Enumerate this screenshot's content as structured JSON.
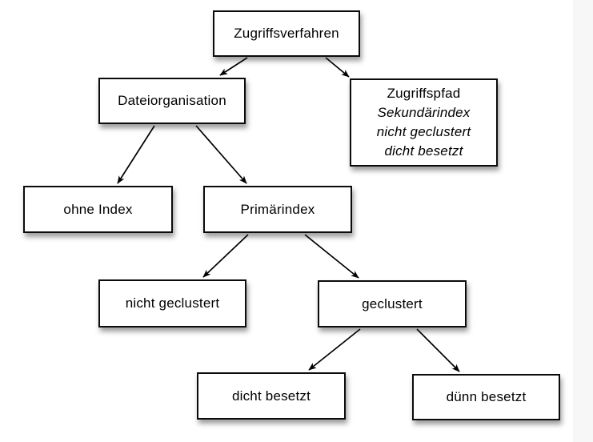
{
  "colors": {
    "background": "#ffffff",
    "right_strip": "#f7f7f8",
    "box_fill": "#ffffff",
    "box_border": "#0b0b0b",
    "text": "#000000",
    "arrow": "#000000"
  },
  "diagram": {
    "type": "tree",
    "nodes": [
      {
        "id": "zugriffsverfahren",
        "label": "Zugriffsverfahren"
      },
      {
        "id": "dateiorganisation",
        "label": "Dateiorganisation"
      },
      {
        "id": "zugriffspfad",
        "lines": [
          "Zugriffspfad",
          "Sekundärindex",
          "nicht geclustert",
          "dicht besetzt"
        ],
        "italic_lines": [
          1,
          2,
          3
        ]
      },
      {
        "id": "ohne-index",
        "label": "ohne Index"
      },
      {
        "id": "primaerindex",
        "label": "Primärindex"
      },
      {
        "id": "nicht-geclustert",
        "label": "nicht geclustert"
      },
      {
        "id": "geclustert",
        "label": "geclustert"
      },
      {
        "id": "dicht-besetzt",
        "label": "dicht besetzt"
      },
      {
        "id": "duenn-besetzt",
        "label": "dünn besetzt"
      }
    ],
    "edges": [
      {
        "from": "zugriffsverfahren",
        "to": "dateiorganisation"
      },
      {
        "from": "zugriffsverfahren",
        "to": "zugriffspfad"
      },
      {
        "from": "dateiorganisation",
        "to": "ohne-index"
      },
      {
        "from": "dateiorganisation",
        "to": "primaerindex"
      },
      {
        "from": "primaerindex",
        "to": "nicht-geclustert"
      },
      {
        "from": "primaerindex",
        "to": "geclustert"
      },
      {
        "from": "geclustert",
        "to": "dicht-besetzt"
      },
      {
        "from": "geclustert",
        "to": "duenn-besetzt"
      }
    ]
  }
}
